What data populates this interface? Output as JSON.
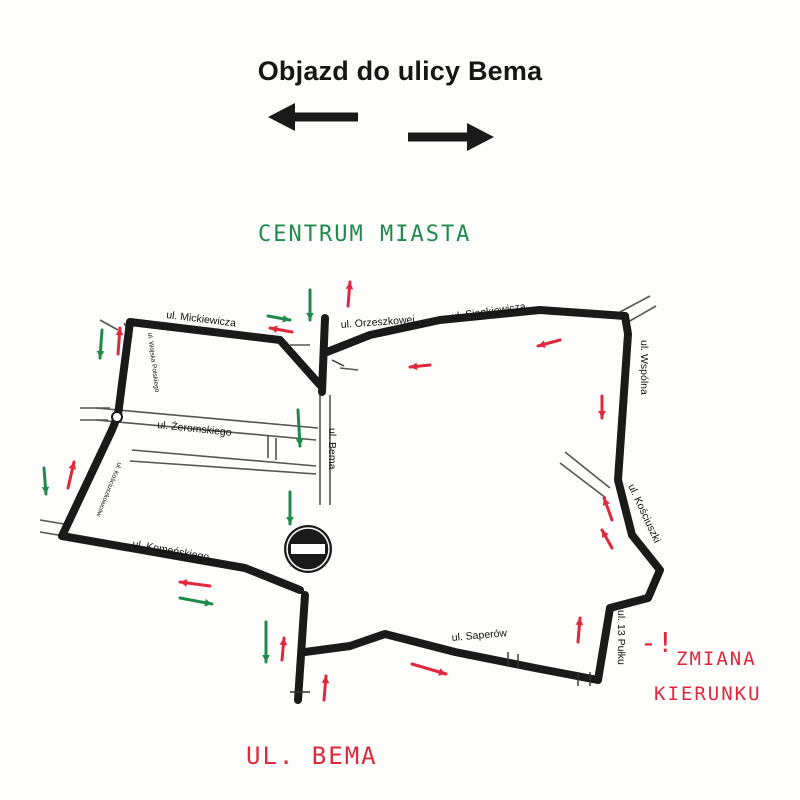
{
  "title": "Objazd do ulicy Bema",
  "colors": {
    "road": "#1a1a1a",
    "minor": "#555555",
    "green": "#1f8a4c",
    "red": "#e0283c"
  },
  "labels": {
    "centrum": "CENTRUM MIASTA",
    "ul_bema_bottom": "UL. BEMA",
    "zmiana": "ZMIANA",
    "kierunku": "KIERUNKU",
    "mickiewicza": "ul. Mickiewicza",
    "orzeszkowej": "ul. Orzeszkowej",
    "sienkiewicza": "ul. Sienkiewicza",
    "wspolna": "ul. Wspólna",
    "kosciuszki": "ul. Kościuszki",
    "trzynastego_pulku": "ul. 13 Pułku",
    "saperow": "ul. Saperów",
    "komenskiego": "ul. Komeńskiego",
    "zeromskiego": "ul. Żeromskiego",
    "bema": "ul. Bema",
    "wojska_polskiego": "ul. Wojska Polskiego",
    "kosciuszkowcow": "ul. Kościuszkowców"
  },
  "icons": {
    "no_entry": "no-entry-sign-icon"
  }
}
